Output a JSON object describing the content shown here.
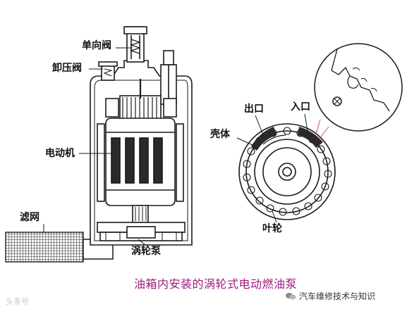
{
  "labels": {
    "check_valve": "单向阀",
    "relief_valve": "卸压阀",
    "motor": "电动机",
    "filter": "滤网",
    "turbine_pump": "涡轮泵",
    "outlet": "出口",
    "inlet": "入口",
    "housing": "壳体",
    "impeller": "叶轮"
  },
  "caption": "油箱内安装的涡轮式电动燃油泵",
  "watermarks": {
    "left": "头条号",
    "right": "汽车维修技术与知识"
  },
  "colors": {
    "line": "#1a1a1a",
    "caption": "#a0187e",
    "fill_dark": "#2a2a2a"
  }
}
